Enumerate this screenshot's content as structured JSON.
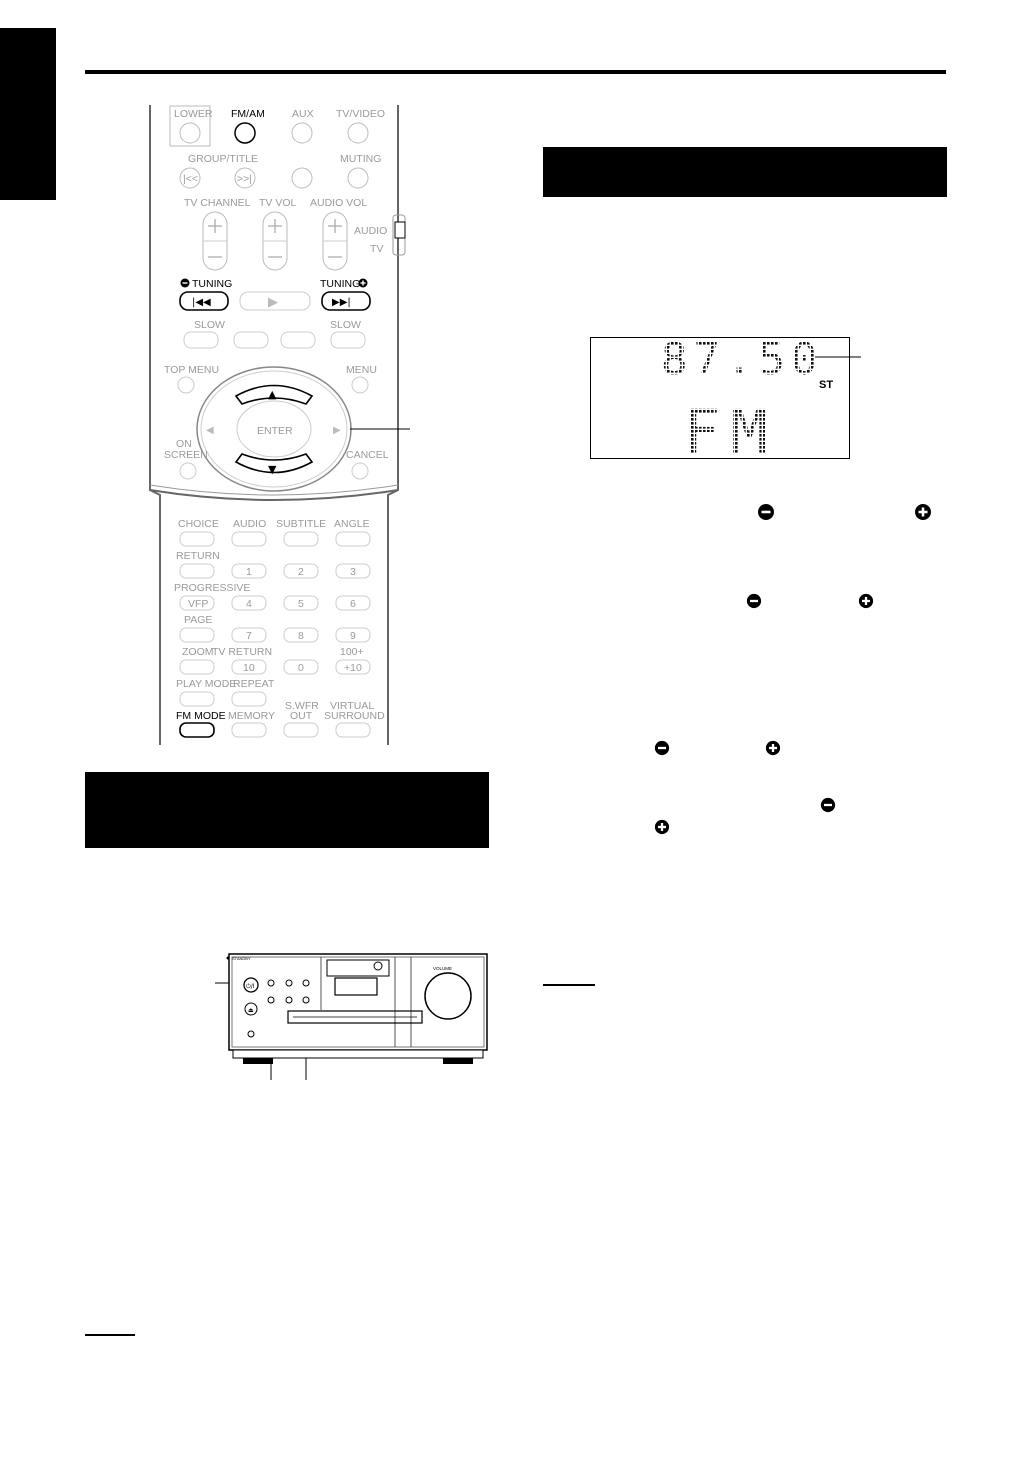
{
  "remote": {
    "labels": {
      "lower": "LOWER",
      "fm_am": "FM/AM",
      "aux": "AUX",
      "tv_video": "TV/VIDEO",
      "group_title": "GROUP/TITLE",
      "muting": "MUTING",
      "tv_channel": "TV CHANNEL",
      "tv_vol": "TV VOL",
      "audio_vol": "AUDIO VOL",
      "audio_switch": "AUDIO",
      "tv_switch": "TV",
      "tuning_minus": "TUNING",
      "tuning_plus": "TUNING",
      "slow_minus": "SLOW",
      "slow_plus": "SLOW",
      "top_menu": "TOP MENU",
      "menu": "MENU",
      "enter": "ENTER",
      "on_screen_1": "ON",
      "on_screen_2": "SCREEN",
      "cancel": "CANCEL",
      "choice": "CHOICE",
      "audio": "AUDIO",
      "subtitle": "SUBTITLE",
      "angle": "ANGLE",
      "return": "RETURN",
      "progressive": "PROGRESSIVE",
      "vfp": "VFP",
      "page": "PAGE",
      "zoom": "ZOOM",
      "tv_return": "TV RETURN",
      "plus100": "100+",
      "plus10": "+10",
      "play_mode": "PLAY MODE",
      "repeat": "REPEAT",
      "fm_mode": "FM MODE",
      "memory": "MEMORY",
      "swfr_1": "S.WFR",
      "swfr_2": "OUT",
      "virtual_1": "VIRTUAL",
      "virtual_2": "SURROUND",
      "keys": [
        "1",
        "2",
        "3",
        "4",
        "5",
        "6",
        "7",
        "8",
        "9",
        "10",
        "0"
      ]
    }
  },
  "display": {
    "frequency": "87.50",
    "stereo": "ST",
    "band": "FM"
  },
  "unit_front": {
    "volume": "VOLUME"
  },
  "icons": {
    "minus": "minus-circle-icon",
    "plus": "plus-circle-icon"
  }
}
